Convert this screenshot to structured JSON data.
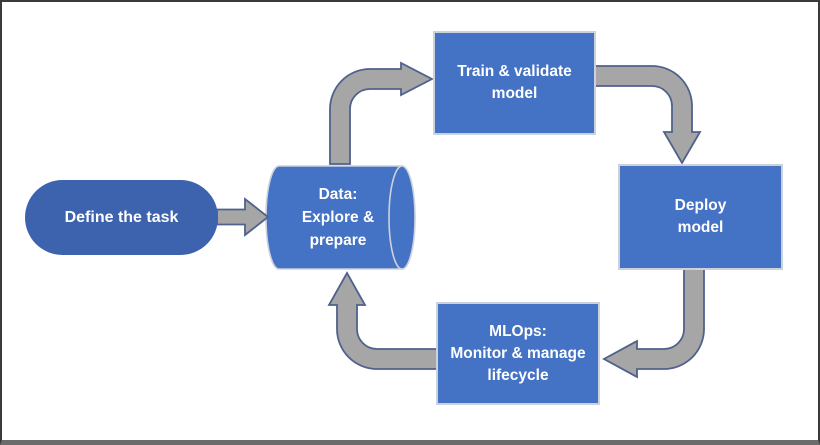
{
  "diagram": {
    "nodes": {
      "define": {
        "label": "Define the task"
      },
      "data": {
        "lines": [
          "Data:",
          "Explore &",
          "prepare"
        ]
      },
      "train": {
        "lines": [
          "Train & validate",
          "model"
        ]
      },
      "deploy": {
        "lines": [
          "Deploy",
          "model"
        ]
      },
      "mlops": {
        "lines": [
          "MLOps:",
          "Monitor & manage",
          "lifecycle"
        ]
      }
    },
    "edges": [
      {
        "from": "Define the task",
        "to": "Data: Explore & prepare"
      },
      {
        "from": "Data: Explore & prepare",
        "to": "Train & validate model"
      },
      {
        "from": "Train & validate model",
        "to": "Deploy model"
      },
      {
        "from": "Deploy model",
        "to": "MLOps: Monitor & manage lifecycle"
      },
      {
        "from": "MLOps: Monitor & manage lifecycle",
        "to": "Data: Explore & prepare"
      }
    ],
    "colors": {
      "node_fill": "#4472C4",
      "define_fill": "#3E63AE",
      "node_border": "#CCD2DC",
      "arrow_fill": "#A6A6A6",
      "arrow_stroke": "#4F618C",
      "text_color": "#FFFFFF"
    }
  }
}
